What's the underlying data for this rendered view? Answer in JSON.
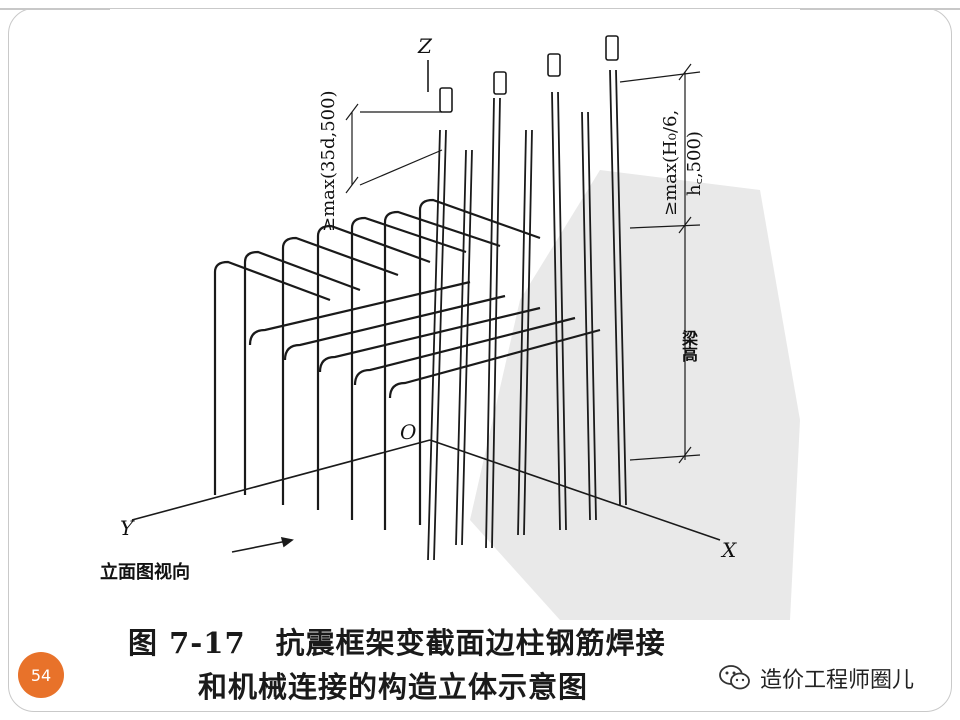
{
  "caption": {
    "line1": "图 7-17　抗震框架变截面边柱钢筋焊接",
    "line2": "和机械连接的构造立体示意图"
  },
  "page_number": "54",
  "watermark_text": "造价工程师圈儿",
  "view_label": "立面图视向",
  "axes": {
    "z": "Z",
    "y": "Y",
    "x": "X",
    "origin": "O"
  },
  "dimensions": {
    "left_dim": "≥max(35d,500)",
    "right_dim_1": "≥max(H₀/6,",
    "right_dim_2": "h꜀,500)",
    "beam_height": "梁高"
  },
  "colors": {
    "accent": "#e8722a",
    "line": "#1a1a1a",
    "watermark_shape": "#e6e6e6"
  },
  "icons": {
    "wechat": "wechat-icon"
  }
}
